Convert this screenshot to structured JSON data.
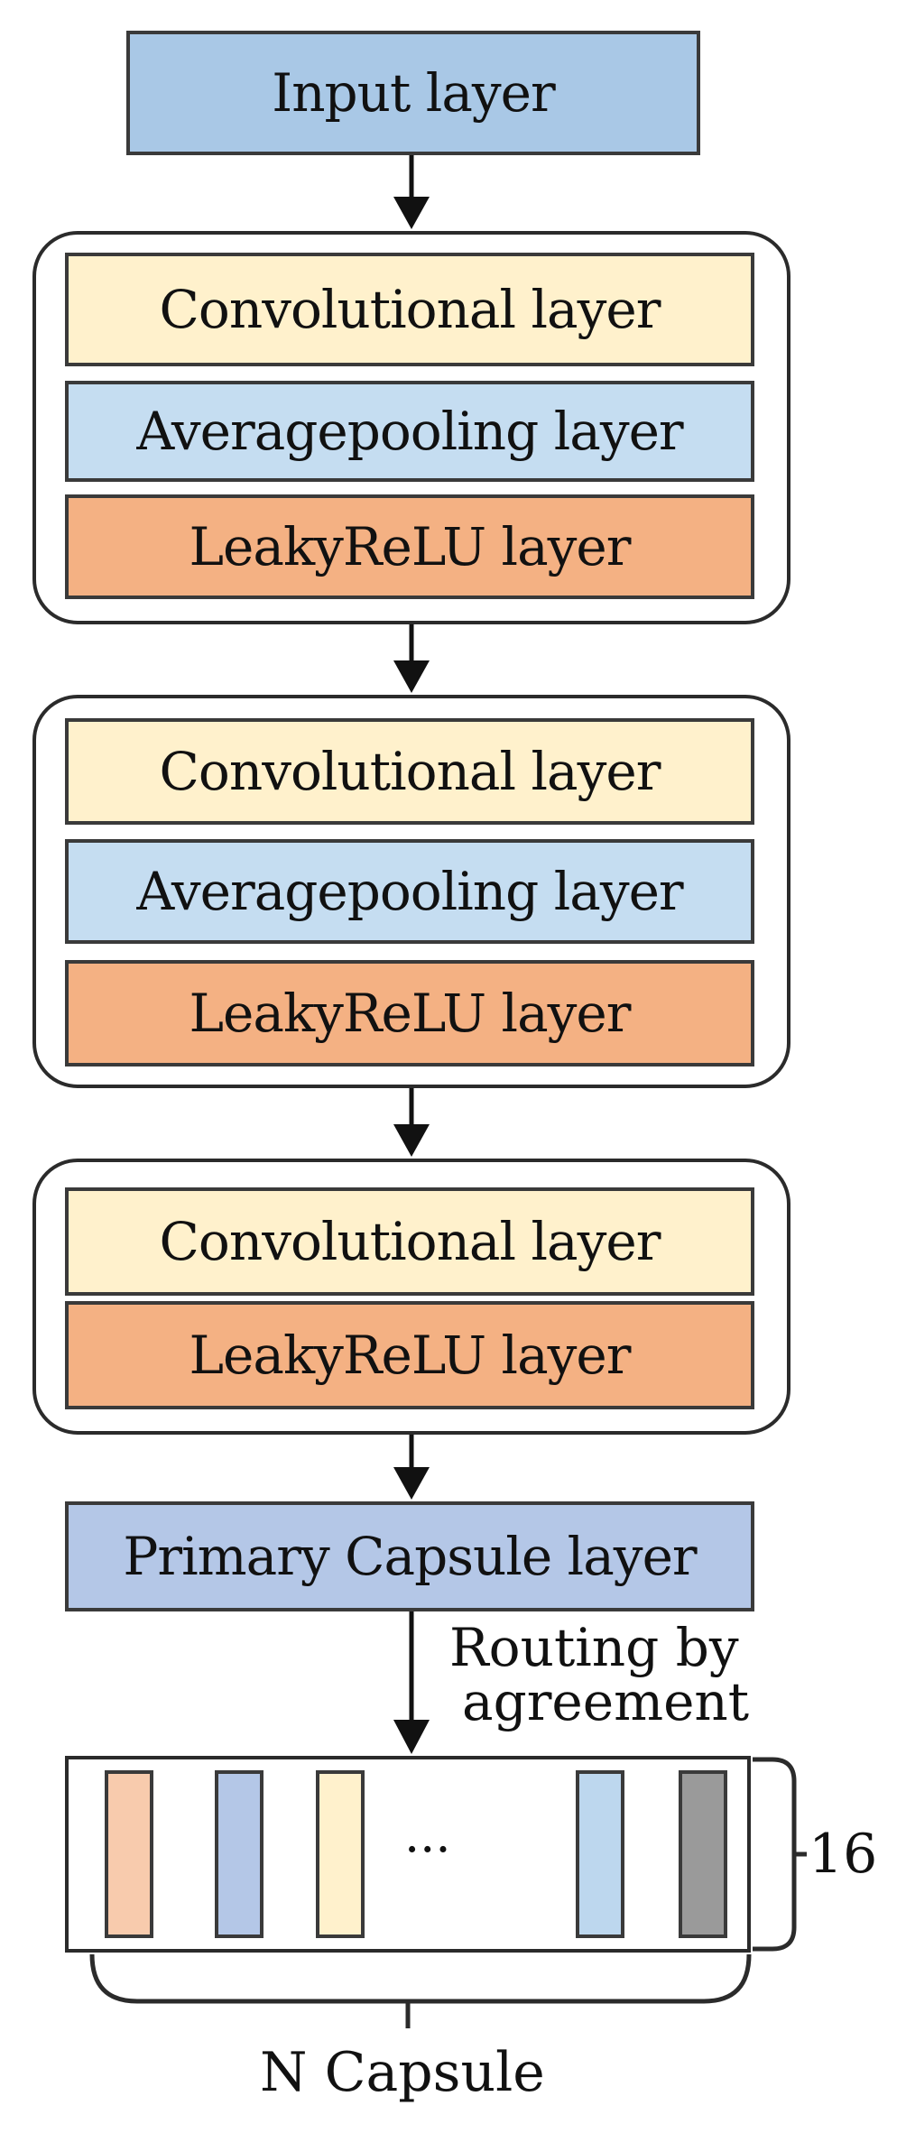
{
  "input_layer": "Input layer",
  "block1": {
    "conv": "Convolutional layer",
    "pool": "Averagepooling layer",
    "relu": "LeakyReLU layer"
  },
  "block2": {
    "conv": "Convolutional layer",
    "pool": "Averagepooling layer",
    "relu": "LeakyReLU layer"
  },
  "block3": {
    "conv": "Convolutional layer",
    "relu": "LeakyReLU layer"
  },
  "primary_capsule": "Primary Capsule layer",
  "routing_line1": "Routing by",
  "routing_line2": "agreement",
  "ellipsis": "...",
  "dimension": "16",
  "n_capsule": "N Capsule",
  "colors": {
    "input": "#a9c8e6",
    "conv": "#fff1cc",
    "pool": "#c5ddf1",
    "relu": "#f4b183",
    "primary": "#b4c7e7",
    "capsule_gray": "#9a9a9a"
  }
}
